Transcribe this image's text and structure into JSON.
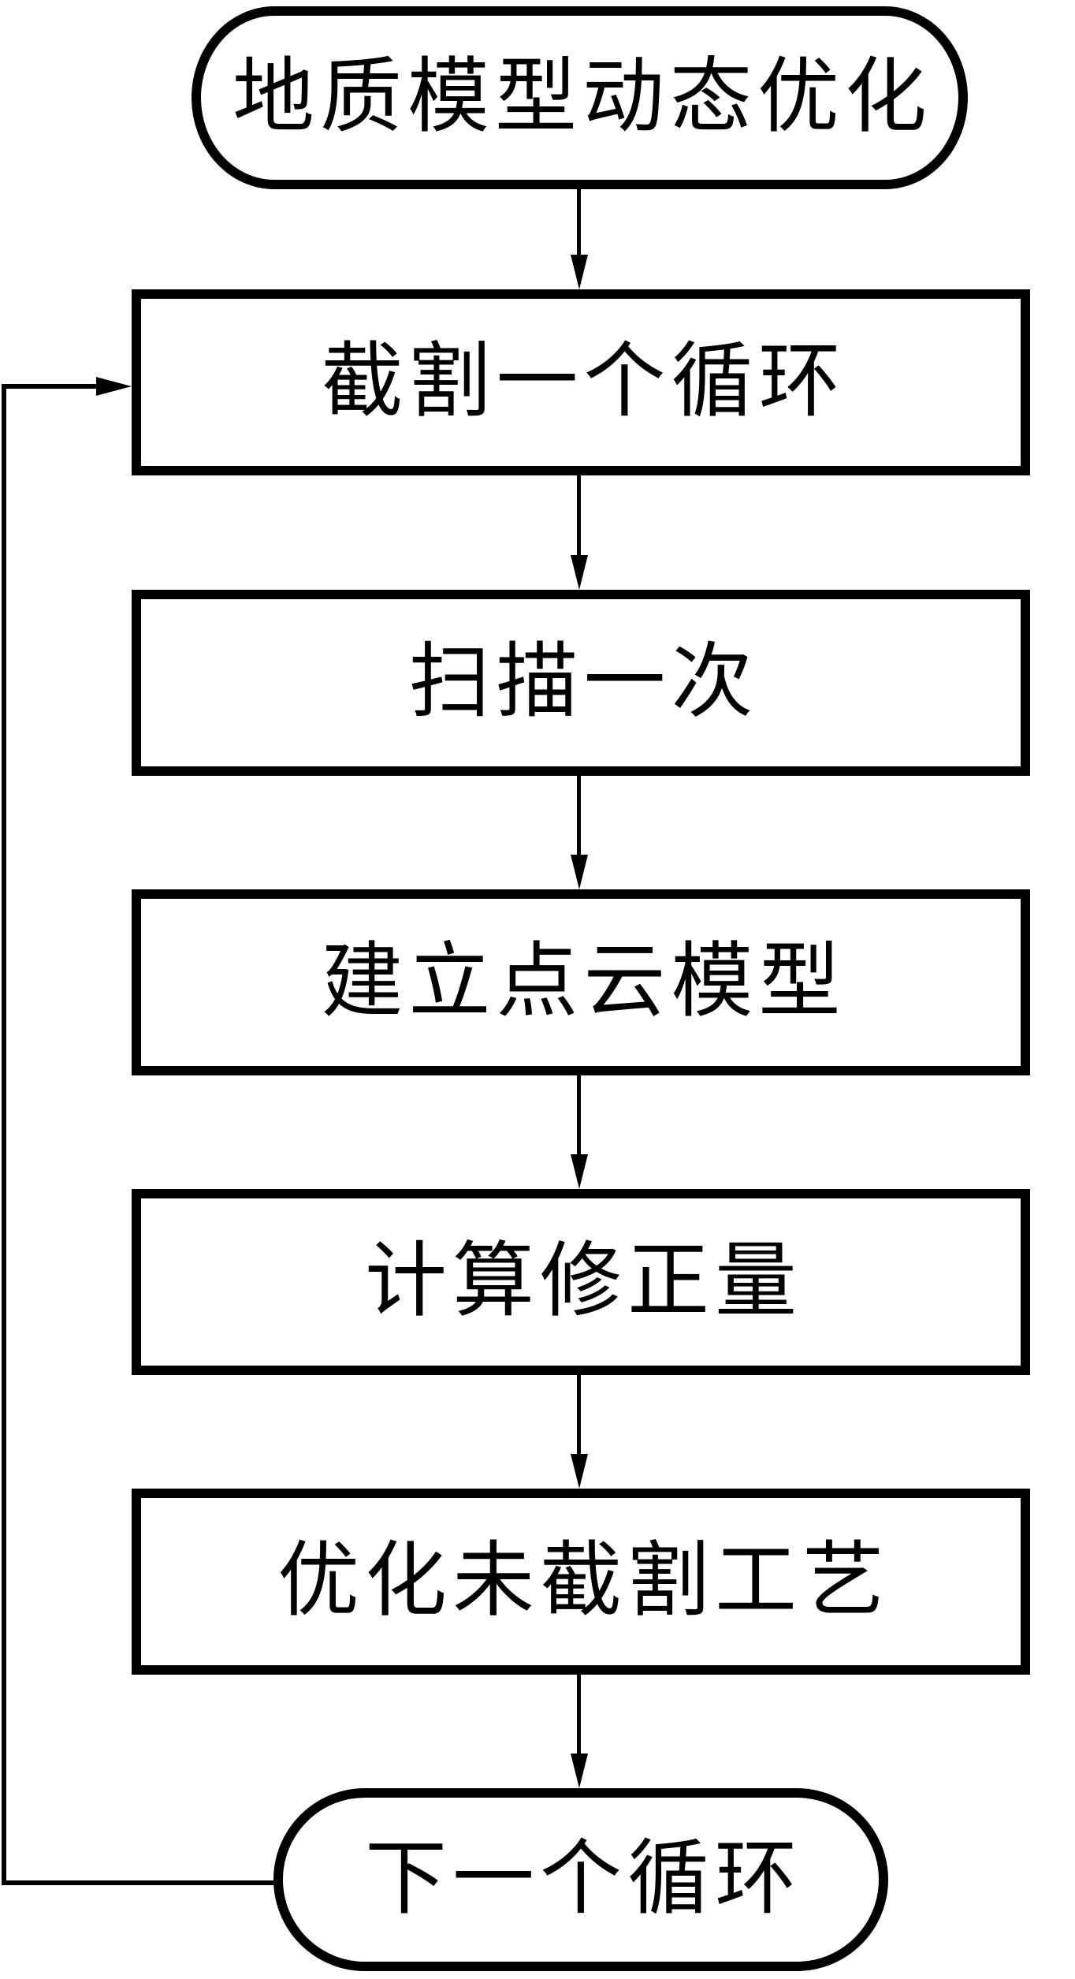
{
  "diagram": {
    "type": "flowchart",
    "direction": "top-down",
    "colors": {
      "stroke": "#000000",
      "background": "#ffffff",
      "text": "#000000"
    },
    "nodes": [
      {
        "id": "start",
        "shape": "stadium",
        "label": "地质模型动态优化"
      },
      {
        "id": "cut-cycle",
        "shape": "rectangle",
        "label": "截割一个循环"
      },
      {
        "id": "scan-once",
        "shape": "rectangle",
        "label": "扫描一次"
      },
      {
        "id": "point-cloud",
        "shape": "rectangle",
        "label": "建立点云模型"
      },
      {
        "id": "correction",
        "shape": "rectangle",
        "label": "计算修正量"
      },
      {
        "id": "optimize",
        "shape": "rectangle",
        "label": "优化未截割工艺"
      },
      {
        "id": "next-cycle",
        "shape": "stadium",
        "label": "下一个循环"
      }
    ],
    "edges": [
      {
        "from": "start",
        "to": "cut-cycle",
        "style": "arrow-down"
      },
      {
        "from": "cut-cycle",
        "to": "scan-once",
        "style": "arrow-down"
      },
      {
        "from": "scan-once",
        "to": "point-cloud",
        "style": "arrow-down"
      },
      {
        "from": "point-cloud",
        "to": "correction",
        "style": "arrow-down"
      },
      {
        "from": "correction",
        "to": "optimize",
        "style": "arrow-down"
      },
      {
        "from": "optimize",
        "to": "next-cycle",
        "style": "arrow-down"
      },
      {
        "from": "next-cycle",
        "to": "cut-cycle",
        "style": "loop-left-up"
      }
    ]
  }
}
